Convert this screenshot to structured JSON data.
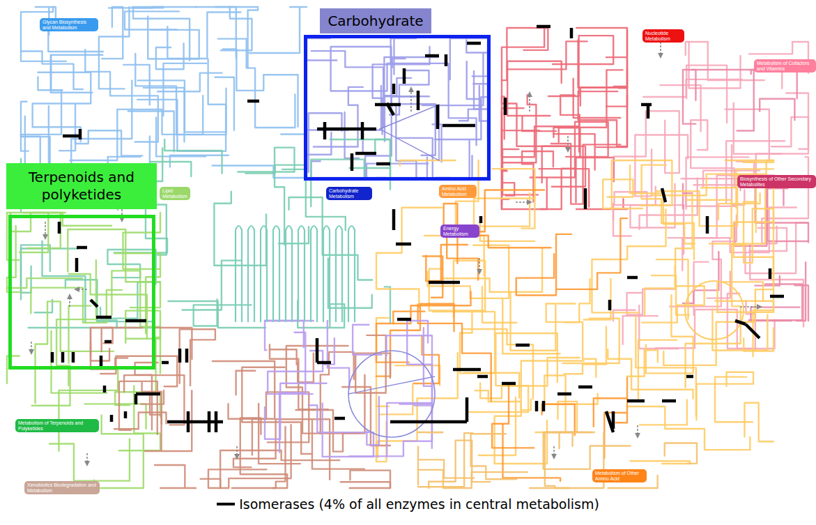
{
  "diagram": {
    "nodes": [
      {
        "text": [
          "Glycan Biosynthesis and Metabolism"
        ]
      },
      {
        "text": [
          "Carbohydrate"
        ]
      },
      {
        "text": [
          "Nucleotide Metabolism"
        ]
      },
      {
        "text": [
          "Metabolism of Cofactors and Vitamins"
        ]
      },
      {
        "text": [
          "Terpenoids and polyketides"
        ]
      },
      {
        "text": [
          "Biosynthesis of Other Secondary Metabolites"
        ]
      },
      {
        "text": [
          "Amino Acid Metabolism"
        ]
      },
      {
        "text": [
          "Lipid Metabolism"
        ]
      },
      {
        "text": [
          "Carbohydrate Metabolism"
        ]
      },
      {
        "text": [
          "Energy Metabolism"
        ]
      },
      {
        "text": [
          "Metabolism of Terpenoids and Polyketides"
        ]
      },
      {
        "text": [
          "Metabolism of Other Amino Acid"
        ]
      },
      {
        "text": [
          "Xenobiotics Biodegradation and Metabolism"
        ]
      }
    ],
    "legend": [
      {
        "text": "Isomerases (4% of all enzymes in central metabolism)"
      }
    ]
  }
}
